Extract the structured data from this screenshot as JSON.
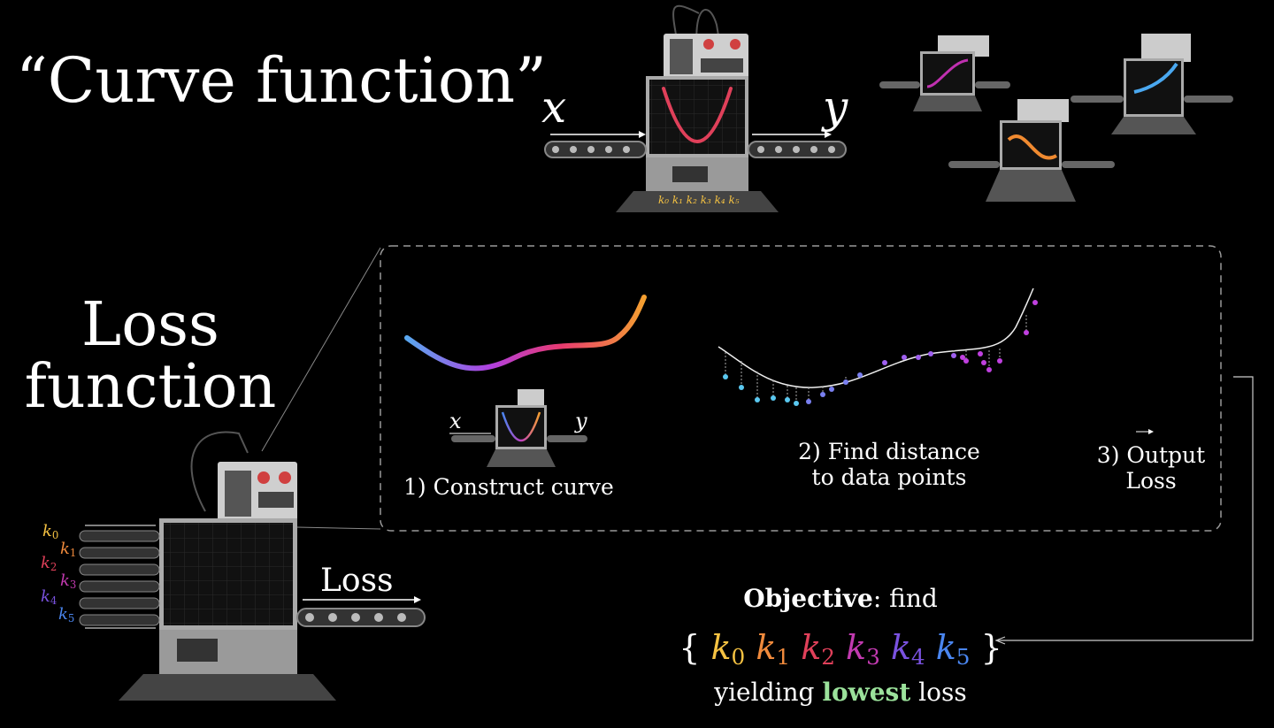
{
  "titles": {
    "curve": "“Curve function”",
    "loss_line1": "Loss",
    "loss_line2": "function"
  },
  "curve_machine": {
    "input_label": "x",
    "output_label": "y",
    "param_label": "k₀ k₁ k₂ k₃ k₄ k₅"
  },
  "steps": {
    "step1": "1) Construct curve",
    "step2_line1": "2) Find distance",
    "step2_line2": "to data points",
    "step3_line1": "3) Output",
    "step3_line2": "Loss",
    "mini_x": "x",
    "mini_y": "y"
  },
  "loss_machine": {
    "output_label": "Loss",
    "params": [
      "k",
      "k",
      "k",
      "k",
      "k",
      "k"
    ],
    "param_subs": [
      "0",
      "1",
      "2",
      "3",
      "4",
      "5"
    ]
  },
  "objective": {
    "bold_word": "Objective",
    "rest": ": find",
    "brace_open": "{",
    "brace_close": "}",
    "params": [
      "k",
      "k",
      "k",
      "k",
      "k",
      "k"
    ],
    "param_subs": [
      "0",
      "1",
      "2",
      "3",
      "4",
      "5"
    ],
    "line3_pre": "yielding ",
    "line3_bold": "lowest",
    "line3_post": " loss"
  },
  "colors": {
    "k0": "#f5c242",
    "k1": "#f08a3c",
    "k2": "#e0405a",
    "k3": "#c23ab0",
    "k4": "#7a52e0",
    "k5": "#4a86f0",
    "lowest": "#9be29b"
  }
}
